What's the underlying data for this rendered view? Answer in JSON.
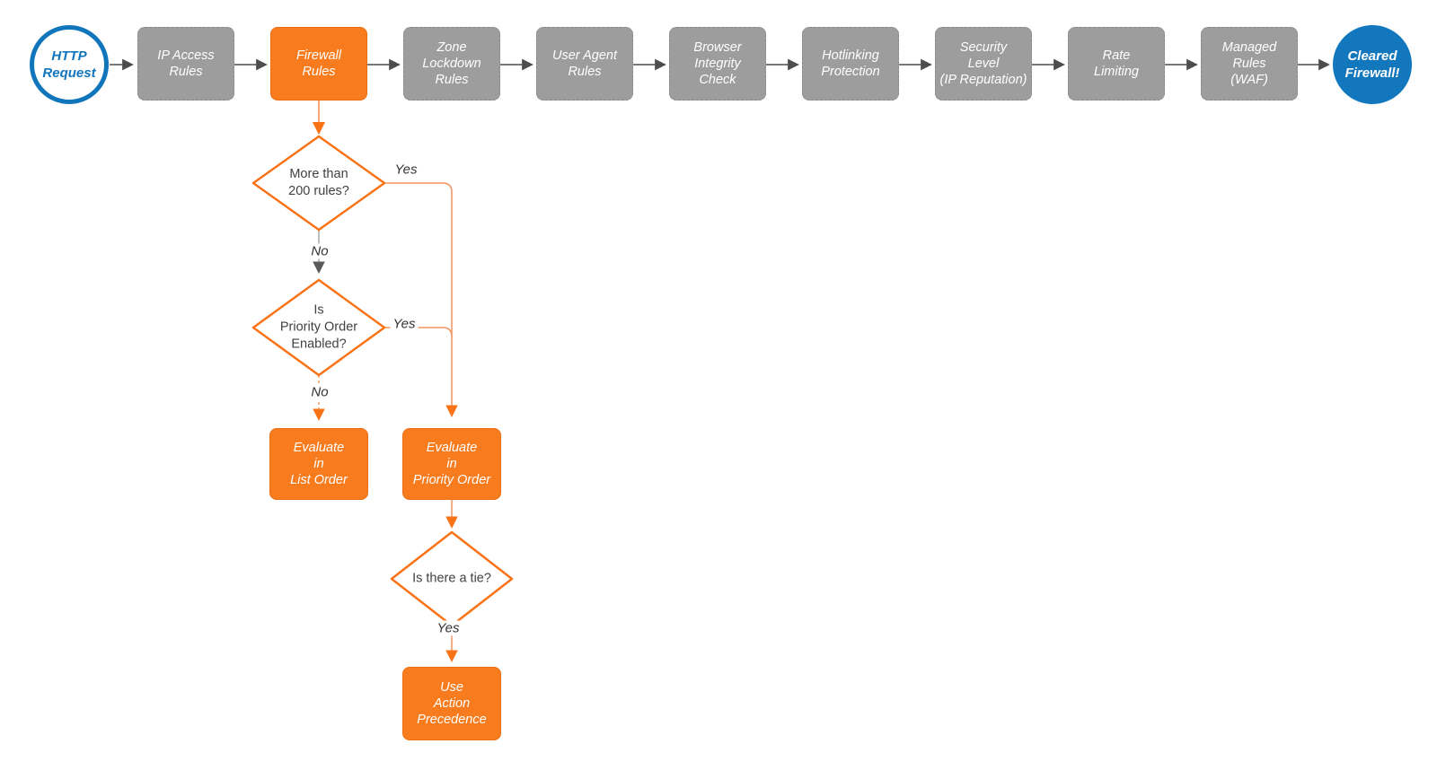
{
  "colors": {
    "node_gray": "#9d9d9d",
    "node_orange": "#f87c1e",
    "brand_blue": "#1175bc",
    "connector_dark": "#4d4d4d",
    "connector_orange": "#ef9460",
    "arrow_orange": "#f97316"
  },
  "pipeline": {
    "start": {
      "label": "HTTP\nRequest"
    },
    "stages": [
      {
        "label": "IP Access\nRules",
        "highlight": false
      },
      {
        "label": "Firewall\nRules",
        "highlight": true
      },
      {
        "label": "Zone\nLockdown\nRules",
        "highlight": false
      },
      {
        "label": "User Agent\nRules",
        "highlight": false
      },
      {
        "label": "Browser\nIntegrity\nCheck",
        "highlight": false
      },
      {
        "label": "Hotlinking\nProtection",
        "highlight": false
      },
      {
        "label": "Security\nLevel\n(IP Reputation)",
        "highlight": false
      },
      {
        "label": "Rate\nLimiting",
        "highlight": false
      },
      {
        "label": "Managed\nRules\n(WAF)",
        "highlight": false
      }
    ],
    "end": {
      "label": "Cleared\nFirewall!"
    }
  },
  "decision_flow": {
    "decision1": {
      "label": "More than\n200 rules?",
      "yes_label": "Yes",
      "no_label": "No"
    },
    "decision2": {
      "label": "Is\nPriority Order\nEnabled?",
      "yes_label": "Yes",
      "no_label": "No"
    },
    "decision3": {
      "label": "Is there a tie?",
      "yes_label": "Yes"
    },
    "outcome_list": {
      "label": "Evaluate\nin\nList Order"
    },
    "outcome_priority": {
      "label": "Evaluate\nin\nPriority Order"
    },
    "outcome_precedence": {
      "label": "Use\nAction\nPrecedence"
    }
  }
}
